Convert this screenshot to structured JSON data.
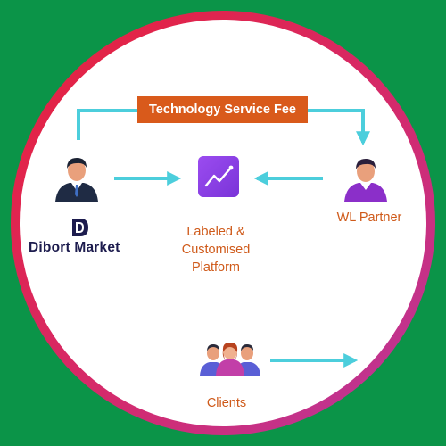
{
  "diagram": {
    "fee_label": "Technology Service Fee",
    "brand": {
      "name": "Dibort Market",
      "logo_icon": "dibort-logo-icon"
    },
    "platform": {
      "label_lines": [
        "Labeled &",
        "Customised",
        "Platform"
      ],
      "icon": "trend-chart-app-icon"
    },
    "wl_partner": {
      "label": "WL Partner",
      "icon": "partner-person-icon"
    },
    "clients": {
      "label": "Clients",
      "icon": "clients-group-icon"
    },
    "dibort_user_icon": "businessman-icon",
    "colors": {
      "background": "#0b9448",
      "ring_gradient": [
        "#e8213a",
        "#c2339a"
      ],
      "arrow": "#4ccedc",
      "fee_box": "#d95a1b",
      "label_text": "#cf5a1a",
      "brand_text": "#1d1c4e",
      "platform_icon": "#8a3fe0"
    }
  }
}
